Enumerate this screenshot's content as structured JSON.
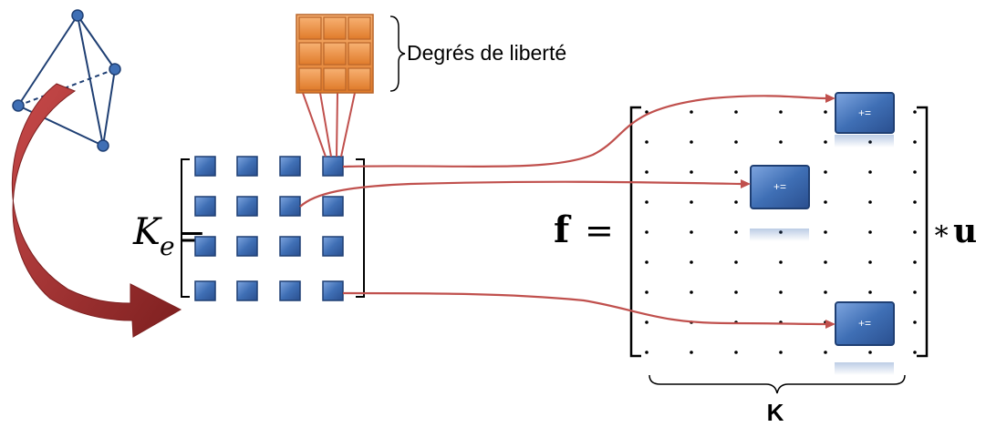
{
  "labels": {
    "dof": "Degrés de liberté",
    "ke_base": "K",
    "ke_sub": "e",
    "equals": "=",
    "f": "f",
    "times": "∗",
    "u": "u",
    "K": "K",
    "accumulate": "+="
  },
  "colors": {
    "block_fill": "#3f6fb5",
    "block_edge": "#1f3f73",
    "dof_fill": "#f0944a",
    "dof_edge": "#b9652a",
    "arrow_curved": "#b03a3a",
    "connector": "#c0504d",
    "mesh": "#1f3f73",
    "node": "#3f6fb5"
  }
}
